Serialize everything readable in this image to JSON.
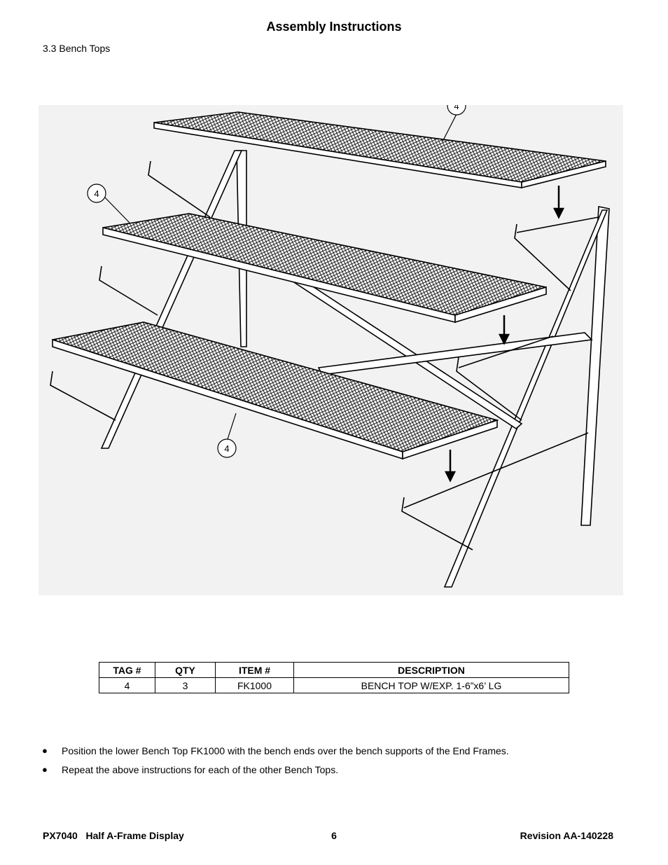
{
  "header": {
    "title": "Assembly Instructions",
    "section": "3.3 Bench Tops"
  },
  "drawing": {
    "callouts": [
      "4",
      "4",
      "4"
    ]
  },
  "parts_table": {
    "headers": [
      "TAG #",
      "QTY",
      "ITEM #",
      "DESCRIPTION"
    ],
    "rows": [
      [
        "4",
        "3",
        "FK1000",
        "BENCH TOP W/EXP. 1-6”x6’ LG"
      ]
    ]
  },
  "instructions": [
    "Position the lower Bench Top FK1000 with the bench ends over the bench supports of the End Frames.",
    "Repeat the above instructions for each of the other Bench Tops."
  ],
  "footer": {
    "left": "PX7040   Half A-Frame Display",
    "page": "6",
    "revision": "Revision AA-140228"
  }
}
